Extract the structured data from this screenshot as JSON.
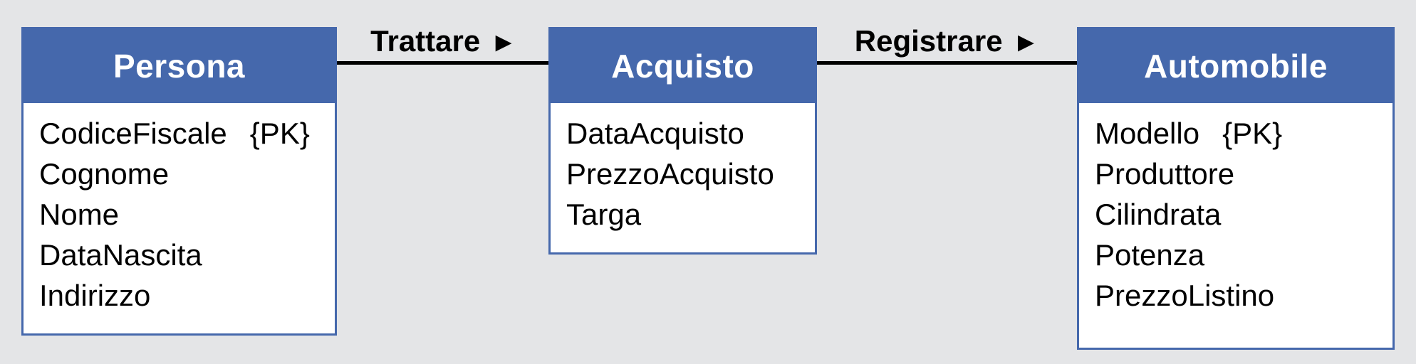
{
  "colors": {
    "background": "#e4e5e7",
    "entity_header_bg": "#4568ac",
    "entity_border": "#4568ac",
    "entity_header_text": "#ffffff",
    "attribute_text": "#000000",
    "relation_line": "#000000"
  },
  "diagram": {
    "entities": [
      {
        "name": "Persona",
        "attributes": [
          {
            "label": "CodiceFiscale",
            "tag": "{PK}"
          },
          {
            "label": "Cognome"
          },
          {
            "label": "Nome"
          },
          {
            "label": "DataNascita"
          },
          {
            "label": "Indirizzo"
          }
        ]
      },
      {
        "name": "Acquisto",
        "attributes": [
          {
            "label": "DataAcquisto"
          },
          {
            "label": "PrezzoAcquisto"
          },
          {
            "label": "Targa"
          }
        ]
      },
      {
        "name": "Automobile",
        "attributes": [
          {
            "label": "Modello",
            "tag": "{PK}"
          },
          {
            "label": "Produttore"
          },
          {
            "label": "Cilindrata"
          },
          {
            "label": "Potenza"
          },
          {
            "label": "PrezzoListino"
          }
        ]
      }
    ],
    "relations": [
      {
        "label": "Trattare",
        "arrow": "►"
      },
      {
        "label": "Registrare",
        "arrow": "►"
      }
    ]
  }
}
